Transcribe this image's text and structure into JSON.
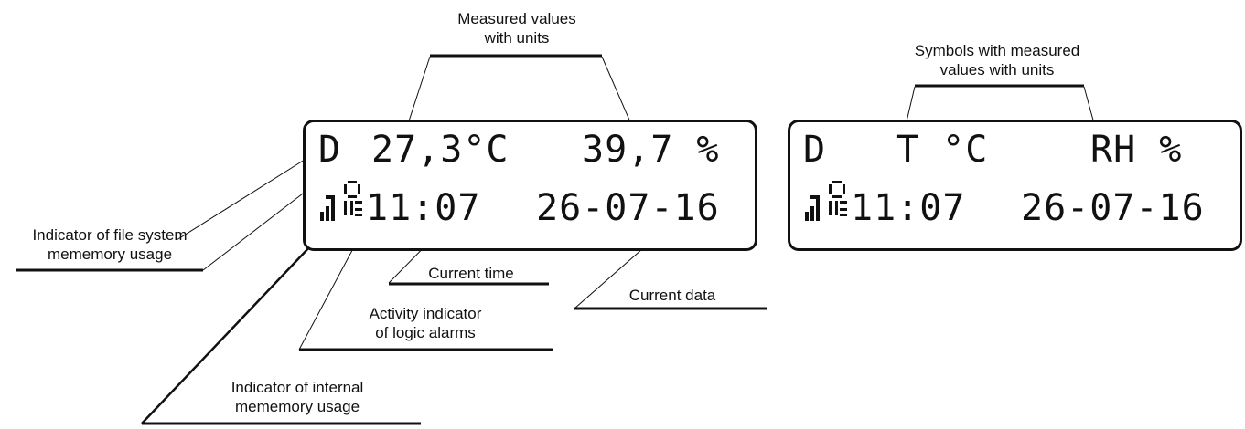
{
  "display_live": {
    "file_indicator": "D",
    "temperature": "27,3°C",
    "humidity": "39,7 %",
    "time": "11:07",
    "date": "26-07-16"
  },
  "display_symbols": {
    "file_indicator": "D",
    "temperature_symbol": "T °C",
    "humidity_symbol": "RH %",
    "time": "11:07",
    "date": "26-07-16"
  },
  "labels": {
    "measured_values": [
      "Measured values",
      "with units"
    ],
    "symbols_values": [
      "Symbols with measured",
      "values with units"
    ],
    "file_system": [
      "Indicator of file system",
      "mememory usage"
    ],
    "current_time": "Current time",
    "current_data": "Current data",
    "logic_alarms": [
      "Activity indicator",
      "of logic alarms"
    ],
    "internal_memory": [
      "Indicator of internal",
      "mememory usage"
    ]
  }
}
